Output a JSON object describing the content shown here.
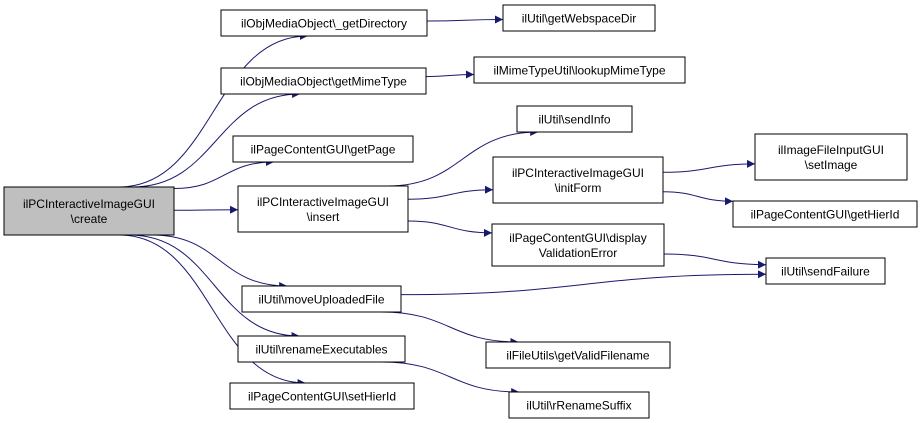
{
  "colors": {
    "edge": "#191970",
    "node_border": "#000000",
    "node_fill": "#ffffff",
    "root_fill": "#bfbfbf",
    "text": "#000000"
  },
  "nodes": [
    {
      "id": "root",
      "lines": [
        "ilPCInteractiveImageGUI",
        "\\create"
      ],
      "root": true
    },
    {
      "id": "getDirectory",
      "lines": [
        "ilObjMediaObject\\_getDirectory"
      ]
    },
    {
      "id": "getWebspaceDir",
      "lines": [
        "ilUtil\\getWebspaceDir"
      ]
    },
    {
      "id": "getMimeType",
      "lines": [
        "ilObjMediaObject\\getMimeType"
      ]
    },
    {
      "id": "lookupMimeType",
      "lines": [
        "ilMimeTypeUtil\\lookupMimeType"
      ]
    },
    {
      "id": "getPage",
      "lines": [
        "ilPageContentGUI\\getPage"
      ]
    },
    {
      "id": "sendInfo",
      "lines": [
        "ilUtil\\sendInfo"
      ]
    },
    {
      "id": "insert",
      "lines": [
        "ilPCInteractiveImageGUI",
        "\\insert"
      ]
    },
    {
      "id": "initForm",
      "lines": [
        "ilPCInteractiveImageGUI",
        "\\initForm"
      ]
    },
    {
      "id": "setImage",
      "lines": [
        "ilImageFileInputGUI",
        "\\setImage"
      ]
    },
    {
      "id": "getHierId",
      "lines": [
        "ilPageContentGUI\\getHierId"
      ]
    },
    {
      "id": "displayValidationError",
      "lines": [
        "ilPageContentGUI\\display",
        "ValidationError"
      ]
    },
    {
      "id": "sendFailure",
      "lines": [
        "ilUtil\\sendFailure"
      ]
    },
    {
      "id": "moveUploadedFile",
      "lines": [
        "ilUtil\\moveUploadedFile"
      ]
    },
    {
      "id": "getValidFilename",
      "lines": [
        "ilFileUtils\\getValidFilename"
      ]
    },
    {
      "id": "renameExecutables",
      "lines": [
        "ilUtil\\renameExecutables"
      ]
    },
    {
      "id": "rRenameSuffix",
      "lines": [
        "ilUtil\\rRenameSuffix"
      ]
    },
    {
      "id": "setHierId",
      "lines": [
        "ilPageContentGUI\\setHierId"
      ]
    }
  ],
  "edges": [
    {
      "from": "root",
      "to": "getDirectory"
    },
    {
      "from": "root",
      "to": "getMimeType"
    },
    {
      "from": "root",
      "to": "getPage"
    },
    {
      "from": "root",
      "to": "insert"
    },
    {
      "from": "root",
      "to": "moveUploadedFile"
    },
    {
      "from": "root",
      "to": "renameExecutables"
    },
    {
      "from": "root",
      "to": "setHierId"
    },
    {
      "from": "getDirectory",
      "to": "getWebspaceDir"
    },
    {
      "from": "getMimeType",
      "to": "lookupMimeType"
    },
    {
      "from": "insert",
      "to": "sendInfo"
    },
    {
      "from": "insert",
      "to": "initForm"
    },
    {
      "from": "insert",
      "to": "displayValidationError"
    },
    {
      "from": "initForm",
      "to": "setImage"
    },
    {
      "from": "initForm",
      "to": "getHierId"
    },
    {
      "from": "displayValidationError",
      "to": "sendFailure"
    },
    {
      "from": "moveUploadedFile",
      "to": "sendFailure"
    },
    {
      "from": "moveUploadedFile",
      "to": "getValidFilename"
    },
    {
      "from": "renameExecutables",
      "to": "rRenameSuffix"
    }
  ]
}
